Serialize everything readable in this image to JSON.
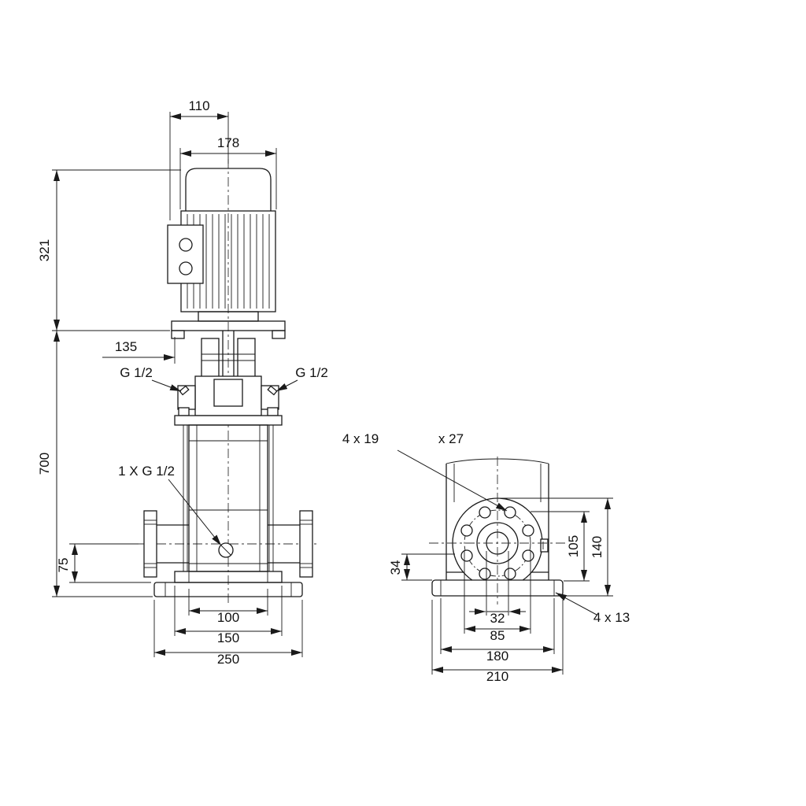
{
  "page": {
    "background": "#ffffff",
    "line_color": "#1a1a1a"
  },
  "front_view": {
    "motor_depth": "110",
    "motor_width": "178",
    "motor_height": "321",
    "flange_offset": "135",
    "port_left": "G 1/2",
    "port_right": "G 1/2",
    "pump_height": "700",
    "drain_plug": "1 X G 1/2",
    "port_height": "75",
    "foot_hole_spacing": "100",
    "foot_width": "150",
    "base_width": "250"
  },
  "side_view": {
    "flange_hole_callout": "4 x 19",
    "flange_counterbore_callout": "x 27",
    "base_to_port_bottom": "34",
    "port_center_height": "105",
    "flange_top_height": "140",
    "bore_diameter": "32",
    "bolt_circle_diameter": "85",
    "base_hole_spacing": "180",
    "base_width": "210",
    "base_hole_callout": "4 x 13"
  }
}
